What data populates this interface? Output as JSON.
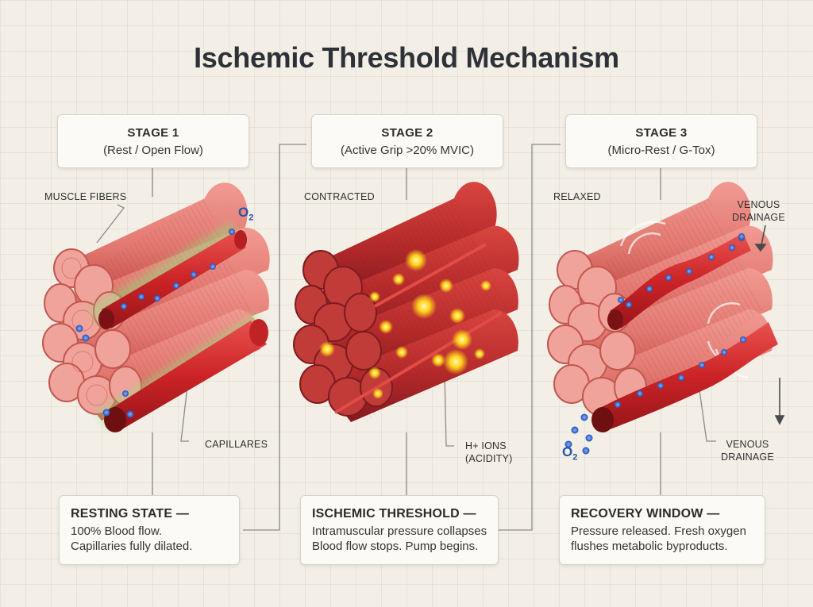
{
  "title": "Ischemic Threshold Mechanism",
  "stages": [
    {
      "name": "STAGE 1",
      "description": "(Rest / Open Flow)",
      "info_title": "RESTING STATE —",
      "info_lines": [
        "100% Blood flow.",
        "Capillaries fully dilated."
      ],
      "labels": {
        "fibers": "MUSCLE FIBERS",
        "capillaries": "CAPILLARES",
        "o2": "O",
        "o2_sub": "2"
      }
    },
    {
      "name": "STAGE 2",
      "description": "(Active Grip >20% MVIC)",
      "info_title": "ISCHEMIC THRESHOLD —",
      "info_lines": [
        "Intramuscular pressure collapses",
        "Blood flow stops. Pump begins."
      ],
      "labels": {
        "state": "CONTRACTED",
        "ions_line1": "H+ IONS",
        "ions_line2": "(ACIDITY)"
      }
    },
    {
      "name": "STAGE 3",
      "description": "(Micro-Rest / G-Tox)",
      "info_title": "RECOVERY WINDOW —",
      "info_lines": [
        "Pressure released. Fresh oxygen",
        "flushes metabolic byproducts."
      ],
      "labels": {
        "state": "RELAXED",
        "venous_top_1": "VENOUS",
        "venous_top_2": "DRAINAGE",
        "venous_bottom_1": "VENOUS",
        "venous_bottom_2": "DRAINAGE",
        "o2": "O",
        "o2_sub": "2"
      }
    }
  ],
  "colors": {
    "muscle_light": "#e8867e",
    "muscle_mid": "#d9564e",
    "muscle_dark": "#a8252a",
    "vessel": "#d0282c",
    "oxygen": "#2f5fc4",
    "ion": "#ffd21a",
    "glow": "#7fdc6a"
  }
}
